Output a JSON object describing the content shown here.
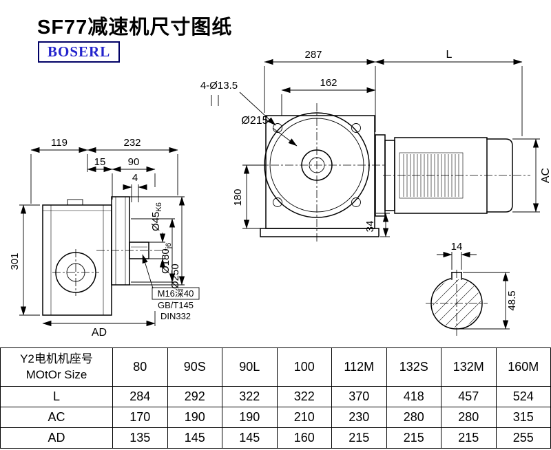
{
  "title": "SF77减速机尺寸图纸",
  "logo": {
    "text": "BOSERL"
  },
  "drawing": {
    "front": {
      "dim_287": "287",
      "dim_L": "L",
      "dim_162": "162",
      "holes_note": "4-Ø13.5",
      "flange_dia": "Ø215",
      "dim_180": "180",
      "dim_34": "34",
      "dim_AC": "AC"
    },
    "side": {
      "dim_119": "119",
      "dim_232": "232",
      "dim_15": "15",
      "dim_90": "90",
      "dim_4": "4",
      "dim_301": "301",
      "dim_AD": "AD",
      "shaft_dia": "Ø45",
      "shaft_tol": "K6",
      "spigot_dia": "Ø180",
      "spigot_tol": "j6",
      "flange_dia": "Ø250",
      "note_tap": "M16深40",
      "note_gb": "GB/T145",
      "note_din": "DIN332"
    },
    "section": {
      "dim_14": "14",
      "dim_48_5": "48.5"
    }
  },
  "table": {
    "header": {
      "line1": "Y2电机机座号",
      "line2": "MOtOr Size"
    },
    "columns": [
      "80",
      "90S",
      "90L",
      "100",
      "112M",
      "132S",
      "132M",
      "160M"
    ],
    "rows": [
      {
        "label": "L",
        "values": [
          "284",
          "292",
          "322",
          "322",
          "370",
          "418",
          "457",
          "524"
        ]
      },
      {
        "label": "AC",
        "values": [
          "170",
          "190",
          "190",
          "210",
          "230",
          "280",
          "280",
          "315"
        ]
      },
      {
        "label": "AD",
        "values": [
          "135",
          "145",
          "145",
          "160",
          "215",
          "215",
          "215",
          "255"
        ]
      }
    ]
  }
}
